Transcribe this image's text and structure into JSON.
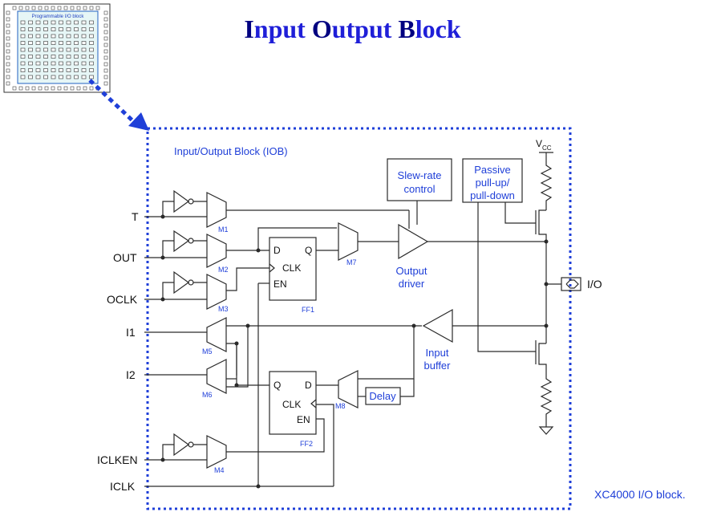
{
  "title": {
    "c1": "I",
    "r1": "nput ",
    "c2": "O",
    "r2": "utput ",
    "c3": "B",
    "r3": "lock"
  },
  "thumbnail_caption": "Programmable I/O block",
  "iob_label": "Input/Output Block (IOB)",
  "caption": "XC4000 I/O block.",
  "pins": {
    "t": "T",
    "out": "OUT",
    "oclk": "OCLK",
    "i1": "I1",
    "i2": "I2",
    "iclken": "ICLKEN",
    "iclk": "ICLK",
    "io": "I/O"
  },
  "mux": {
    "m1": "M1",
    "m2": "M2",
    "m3": "M3",
    "m4": "M4",
    "m5": "M5",
    "m6": "M6",
    "m7": "M7",
    "m8": "M8"
  },
  "ff1": {
    "name": "FF1",
    "d": "D",
    "q": "Q",
    "clk": "CLK",
    "en": "EN"
  },
  "ff2": {
    "name": "FF2",
    "d": "D",
    "q": "Q",
    "clk": "CLK",
    "en": "EN"
  },
  "slew": {
    "l1": "Slew-rate",
    "l2": "control"
  },
  "passive": {
    "l1": "Passive",
    "l2": "pull-up/",
    "l3": "pull-down"
  },
  "output_driver": {
    "l1": "Output",
    "l2": "driver"
  },
  "input_buffer": {
    "l1": "Input",
    "l2": "buffer"
  },
  "delay": "Delay",
  "vcc": {
    "v": "V",
    "sub": "CC"
  },
  "colors": {
    "blue": "#1f3fd8",
    "dark_blue": "#000080",
    "line": "#2a2a2a"
  }
}
